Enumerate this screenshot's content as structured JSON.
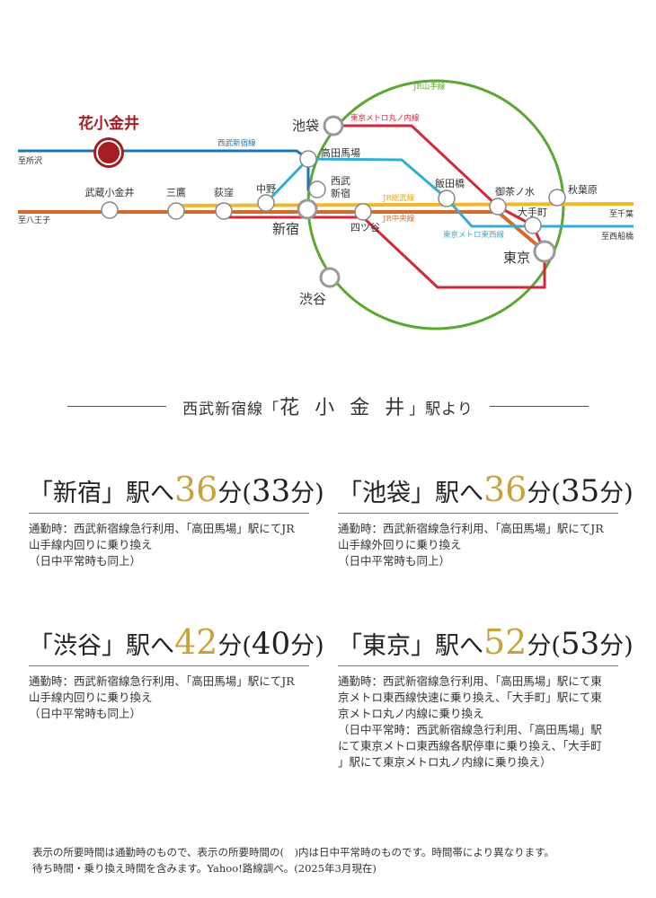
{
  "map": {
    "origin": "花小金井",
    "lines": {
      "seibu": "西武新宿線",
      "yamanote": "JR山手線",
      "marunouchi": "東京メトロ丸ノ内線",
      "sobu": "JR総武線",
      "chuo": "JR中央線",
      "tozai": "東京メトロ東西線"
    },
    "directions": {
      "tokorozawa": "至所沢",
      "hachioji": "至八王子",
      "chiba": "至千葉",
      "nishifunabashi": "至西船橋"
    },
    "stations": {
      "musashikoganei": "武蔵小金井",
      "mitaka": "三鷹",
      "ogikubo": "荻窪",
      "nakano": "中野",
      "ikebukuro": "池袋",
      "takadanobaba": "高田馬場",
      "seibushinjuku1": "西武",
      "seibushinjuku2": "新宿",
      "shinjuku": "新宿",
      "yotsuya": "四ツ谷",
      "shibuya": "渋谷",
      "iidabashi": "飯田橋",
      "ochanomizu": "御茶ノ水",
      "akihabara": "秋葉原",
      "otemachi": "大手町",
      "tokyo": "東京"
    },
    "colors": {
      "seibu": "#1a76b4",
      "yamanote": "#5aa832",
      "marunouchi": "#d3283a",
      "sobu": "#f0b92a",
      "chuo": "#d8692a",
      "tozai": "#33aed0",
      "origin": "#a51d22"
    }
  },
  "section": {
    "prefix": "西武新宿線「",
    "station": "花 小 金 井",
    "suffix": "」駅より"
  },
  "routes": [
    {
      "dest": "「新宿」駅へ",
      "time": "36",
      "unit": "分",
      "paren_open": "(",
      "alt": "33",
      "paren_close": "分)",
      "note": [
        "通勤時：西武新宿線急行利用、「高田馬場」駅にてJR",
        "山手線内回りに乗り換え",
        "（日中平常時も同上）"
      ]
    },
    {
      "dest": "「池袋」駅へ",
      "time": "36",
      "unit": "分",
      "paren_open": "(",
      "alt": "35",
      "paren_close": "分)",
      "note": [
        "通勤時：西武新宿線急行利用、「高田馬場」駅にてJR",
        "山手線外回りに乗り換え",
        "（日中平常時も同上）"
      ]
    },
    {
      "dest": "「渋谷」駅へ",
      "time": "42",
      "unit": "分",
      "paren_open": "(",
      "alt": "40",
      "paren_close": "分)",
      "note": [
        "通勤時：西武新宿線急行利用、「高田馬場」駅にてJR",
        "山手線内回りに乗り換え",
        "（日中平常時も同上）"
      ]
    },
    {
      "dest": "「東京」駅へ",
      "time": "52",
      "unit": "分",
      "paren_open": "(",
      "alt": "53",
      "paren_close": "分)",
      "note": [
        "通勤時：西武新宿線急行利用、「高田馬場」駅にて東",
        "京メトロ東西線快速に乗り換え、「大手町」駅にて東",
        "京メトロ丸ノ内線に乗り換え",
        "（日中平常時：西武新宿線急行利用、「高田馬場」駅",
        "にて東京メトロ東西線各駅停車に乗り換え、「大手町",
        "」駅にて東京メトロ丸ノ内線に乗り換え）"
      ]
    }
  ],
  "footer": [
    "表示の所要時間は通勤時のもので、表示の所要時間の(　)内は日中平常時のものです。時間帯により異なります。",
    "待ち時間・乗り換え時間を含みます。Yahoo!路線調べ。(2025年3月現在)"
  ]
}
